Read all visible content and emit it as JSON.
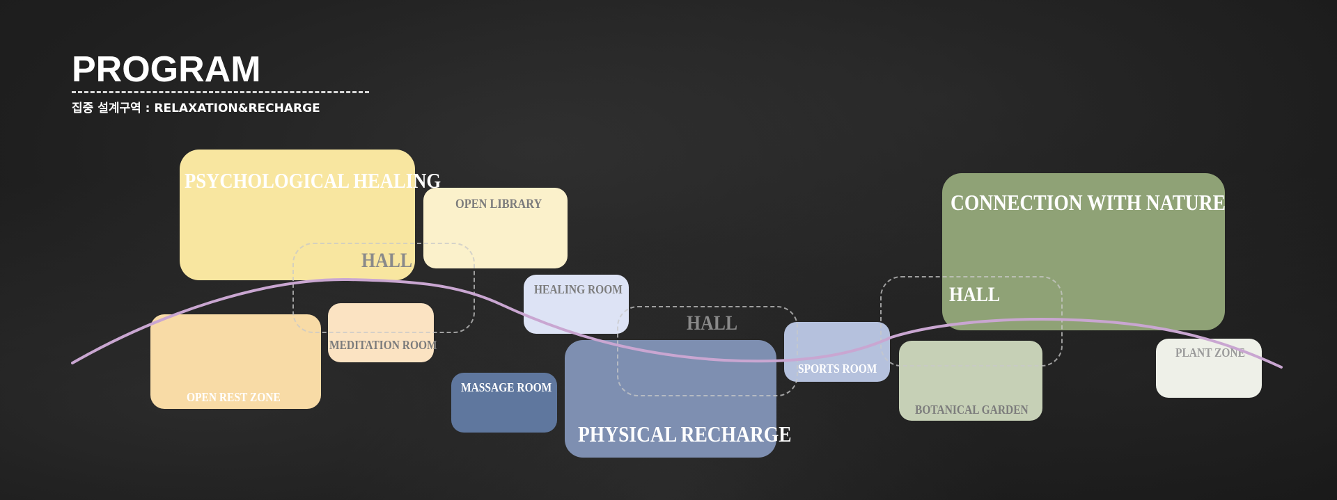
{
  "header": {
    "title": "PROGRAM",
    "subtitle": "집중 설계구역 : RELAXATION&RECHARGE"
  },
  "zones": {
    "psychological_healing": "PSYCHOLOGICAL HEALING",
    "open_library": "OPEN LIBRARY",
    "hall_1": "HALL",
    "healing_room": "HEALING ROOM",
    "hall_2": "HALL",
    "meditation_room": "MEDITATION ROOM",
    "open_rest_zone": "OPEN REST ZONE",
    "massage_room": "MASSAGE ROOM",
    "physical_recharge": "PHYSICAL RECHARGE",
    "sports_room": "SPORTS ROOM",
    "connection_with_nature": "CONNECTION WITH NATURE",
    "hall_3": "HALL",
    "botanical_garden": "BOTANICAL GARDEN",
    "plant_zone": "PLANT ZONE"
  },
  "colors": {
    "psychological_healing": "#f8e6a0",
    "open_library": "#fbf1cb",
    "healing_room": "#dde3f5",
    "meditation_room": "#fbe3c2",
    "open_rest_zone": "#f8dba6",
    "massage_room": "#5f779e",
    "physical_recharge": "#7e8fb1",
    "sports_room": "#b5c1dd",
    "connection_with_nature": "#8fa276",
    "botanical_garden": "#c6d0b6",
    "plant_zone": "#eef0e8",
    "curve": "#c9a6d1"
  }
}
